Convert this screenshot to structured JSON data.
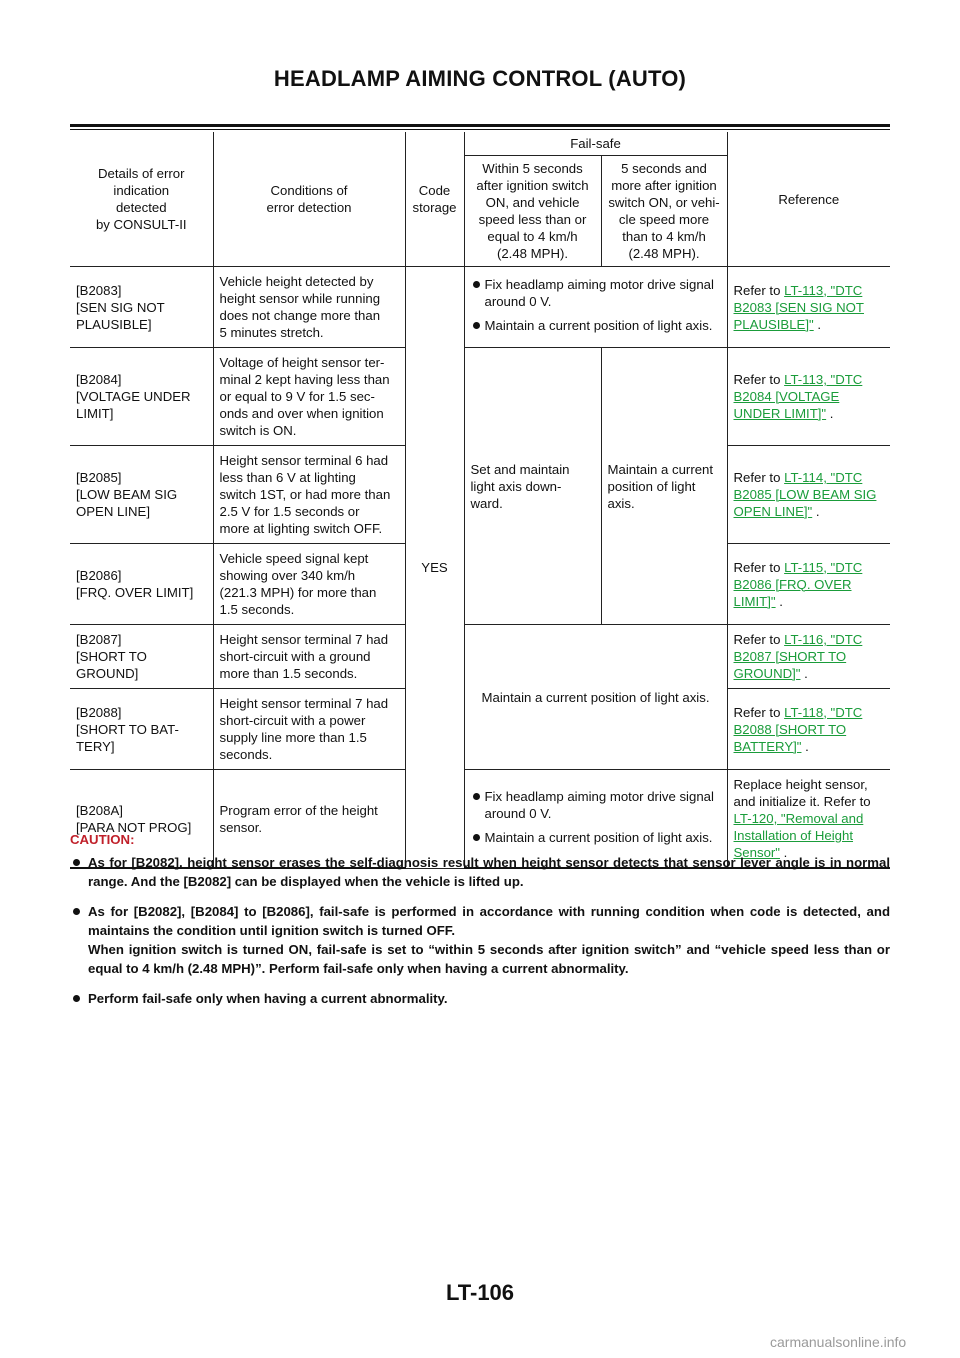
{
  "header": {
    "title": "HEADLAMP AIMING CONTROL (AUTO)"
  },
  "table": {
    "headers": {
      "details": "Details of error\nindication\ndetected\nby CONSULT-II",
      "conditions": "Conditions of\nerror detection",
      "code_storage": "Code\nstorage",
      "fail_safe": "Fail-safe",
      "within5": "Within 5 seconds\nafter ignition switch\nON, and vehicle\nspeed less than or\nequal to 4 km/h\n(2.48 MPH).",
      "after5": "5 seconds and\nmore after ignition\nswitch ON, or vehi-\ncle speed more\nthan to 4 km/h\n(2.48 MPH).",
      "reference": "Reference"
    },
    "code_storage_value": "YES",
    "fix_drive_signal": "Fix headlamp aiming motor drive signal around 0 V.",
    "maintain_position": "Maintain a current position of light axis.",
    "set_downward": "Set and maintain\nlight axis down-\nward.",
    "maintain_current": "Maintain a current\nposition of light\naxis.",
    "maintain_all": "Maintain a current position of light axis.",
    "refer_to": "Refer to",
    "rows": [
      {
        "code": "[B2083]\n[SEN SIG NOT\nPLAUSIBLE]",
        "condition": "Vehicle height detected by\nheight sensor while running\ndoes not change more than\n5 minutes stretch.",
        "link": "LT-113, \"DTC\nB2083 [SEN SIG NOT\nPLAUSIBLE]\"",
        "suffix": " ."
      },
      {
        "code": "[B2084]\n[VOLTAGE UNDER\nLIMIT]",
        "condition": "Voltage of height sensor ter-\nminal 2 kept having less than\nor equal to 9 V for 1.5 sec-\nonds and over when ignition\nswitch is ON.",
        "link": "LT-113, \"DTC\nB2084 [VOLTAGE\nUNDER LIMIT]\"",
        "suffix": " ."
      },
      {
        "code": "[B2085]\n[LOW BEAM SIG\nOPEN LINE]",
        "condition": "Height sensor terminal 6 had\nless than 6 V at lighting\nswitch 1ST, or had more than\n2.5 V for 1.5 seconds or\nmore at lighting switch OFF.",
        "link": "LT-114, \"DTC\nB2085 [LOW BEAM SIG\nOPEN LINE]\"",
        "suffix": " ."
      },
      {
        "code": "[B2086]\n[FRQ. OVER LIMIT]",
        "condition": "Vehicle speed signal kept\nshowing over 340 km/h\n(221.3 MPH) for more than\n1.5 seconds.",
        "link": "LT-115, \"DTC\nB2086 [FRQ. OVER\nLIMIT]\"",
        "suffix": " ."
      },
      {
        "code": "[B2087]\n[SHORT TO\nGROUND]",
        "condition": "Height sensor terminal 7 had\nshort-circuit with a ground\nmore than 1.5 seconds.",
        "link": "LT-116, \"DTC\nB2087 [SHORT TO\nGROUND]\"",
        "suffix": " ."
      },
      {
        "code": "[B2088]\n[SHORT TO BAT-\nTERY]",
        "condition": "Height sensor terminal 7 had\nshort-circuit with a power\nsupply line more than 1.5\nseconds.",
        "link": "LT-118, \"DTC\nB2088 [SHORT TO\nBATTERY]\"",
        "suffix": " ."
      },
      {
        "code": "[B208A]\n[PARA NOT PROG]",
        "condition": "Program error of the height\nsensor.",
        "ref_pre": "Replace height sensor,\nand initialize it. Refer to",
        "link": "LT-120, \"Removal and\nInstallation of Height\nSensor\"",
        "suffix": " ."
      }
    ]
  },
  "caution": {
    "heading": "CAUTION:",
    "items": [
      "As for [B2082], height sensor erases the self-diagnosis result when height sensor detects that sensor lever angle is in normal range. And the [B2082] can be displayed when the vehicle is lifted up.",
      "As for [B2082], [B2084] to [B2086], fail-safe is performed in accordance with running condition when code is detected, and maintains the condition until ignition switch is turned OFF.\nWhen ignition switch is turned ON, fail-safe is set to “within 5 seconds after ignition switch” and “vehicle speed less than or equal to 4 km/h (2.48 MPH)”. Perform fail-safe only when having a current abnormality.",
      "Perform fail-safe only when having a current abnormality."
    ]
  },
  "footer": {
    "page": "LT-106"
  },
  "watermark": "carmanualsonline.info",
  "colors": {
    "link": "#1a9c3a",
    "caution": "#c0202a"
  }
}
